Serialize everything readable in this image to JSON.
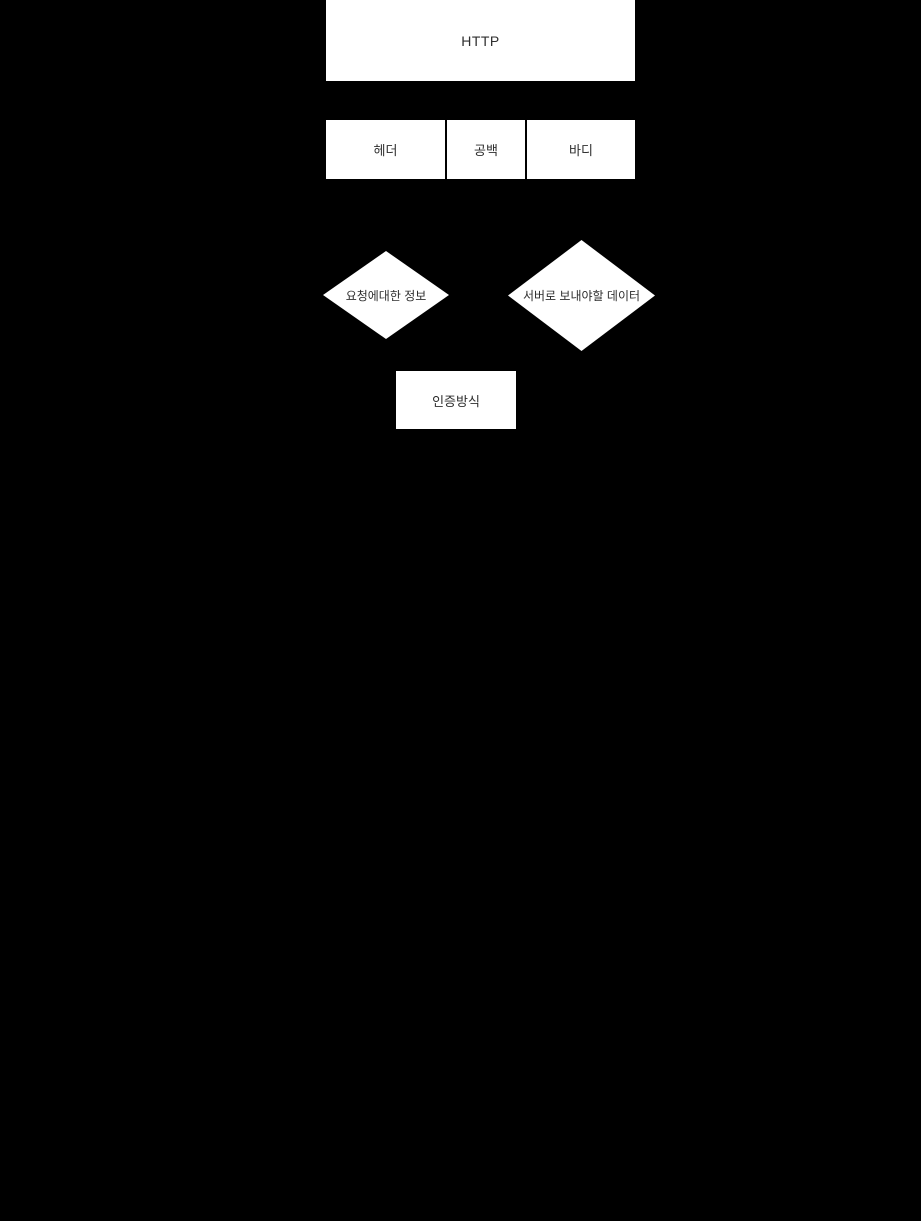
{
  "canvas": {
    "background_color": "#000000",
    "shape_fill_color": "#ffffff",
    "text_color": "#2e2e2e"
  },
  "diagram": {
    "type": "flowchart",
    "nodes": {
      "http": {
        "label": "HTTP",
        "shape": "rectangle"
      },
      "header": {
        "label": "헤더",
        "shape": "rectangle-segment"
      },
      "blank": {
        "label": "공백",
        "shape": "rectangle-segment"
      },
      "body": {
        "label": "바디",
        "shape": "rectangle-segment"
      },
      "request_info": {
        "label": "요청에대한 정보",
        "shape": "diamond"
      },
      "server_data": {
        "label": "서버로 보내야할 데이터",
        "shape": "diamond"
      },
      "auth_method": {
        "label": "인증방식",
        "shape": "rectangle"
      }
    },
    "structure_note": "HTTP splits into 헤더/공백/바디; 헤더 relates to 요청에대한 정보 and 인증방식; 바디 relates to 서버로 보내야할 데이터"
  }
}
